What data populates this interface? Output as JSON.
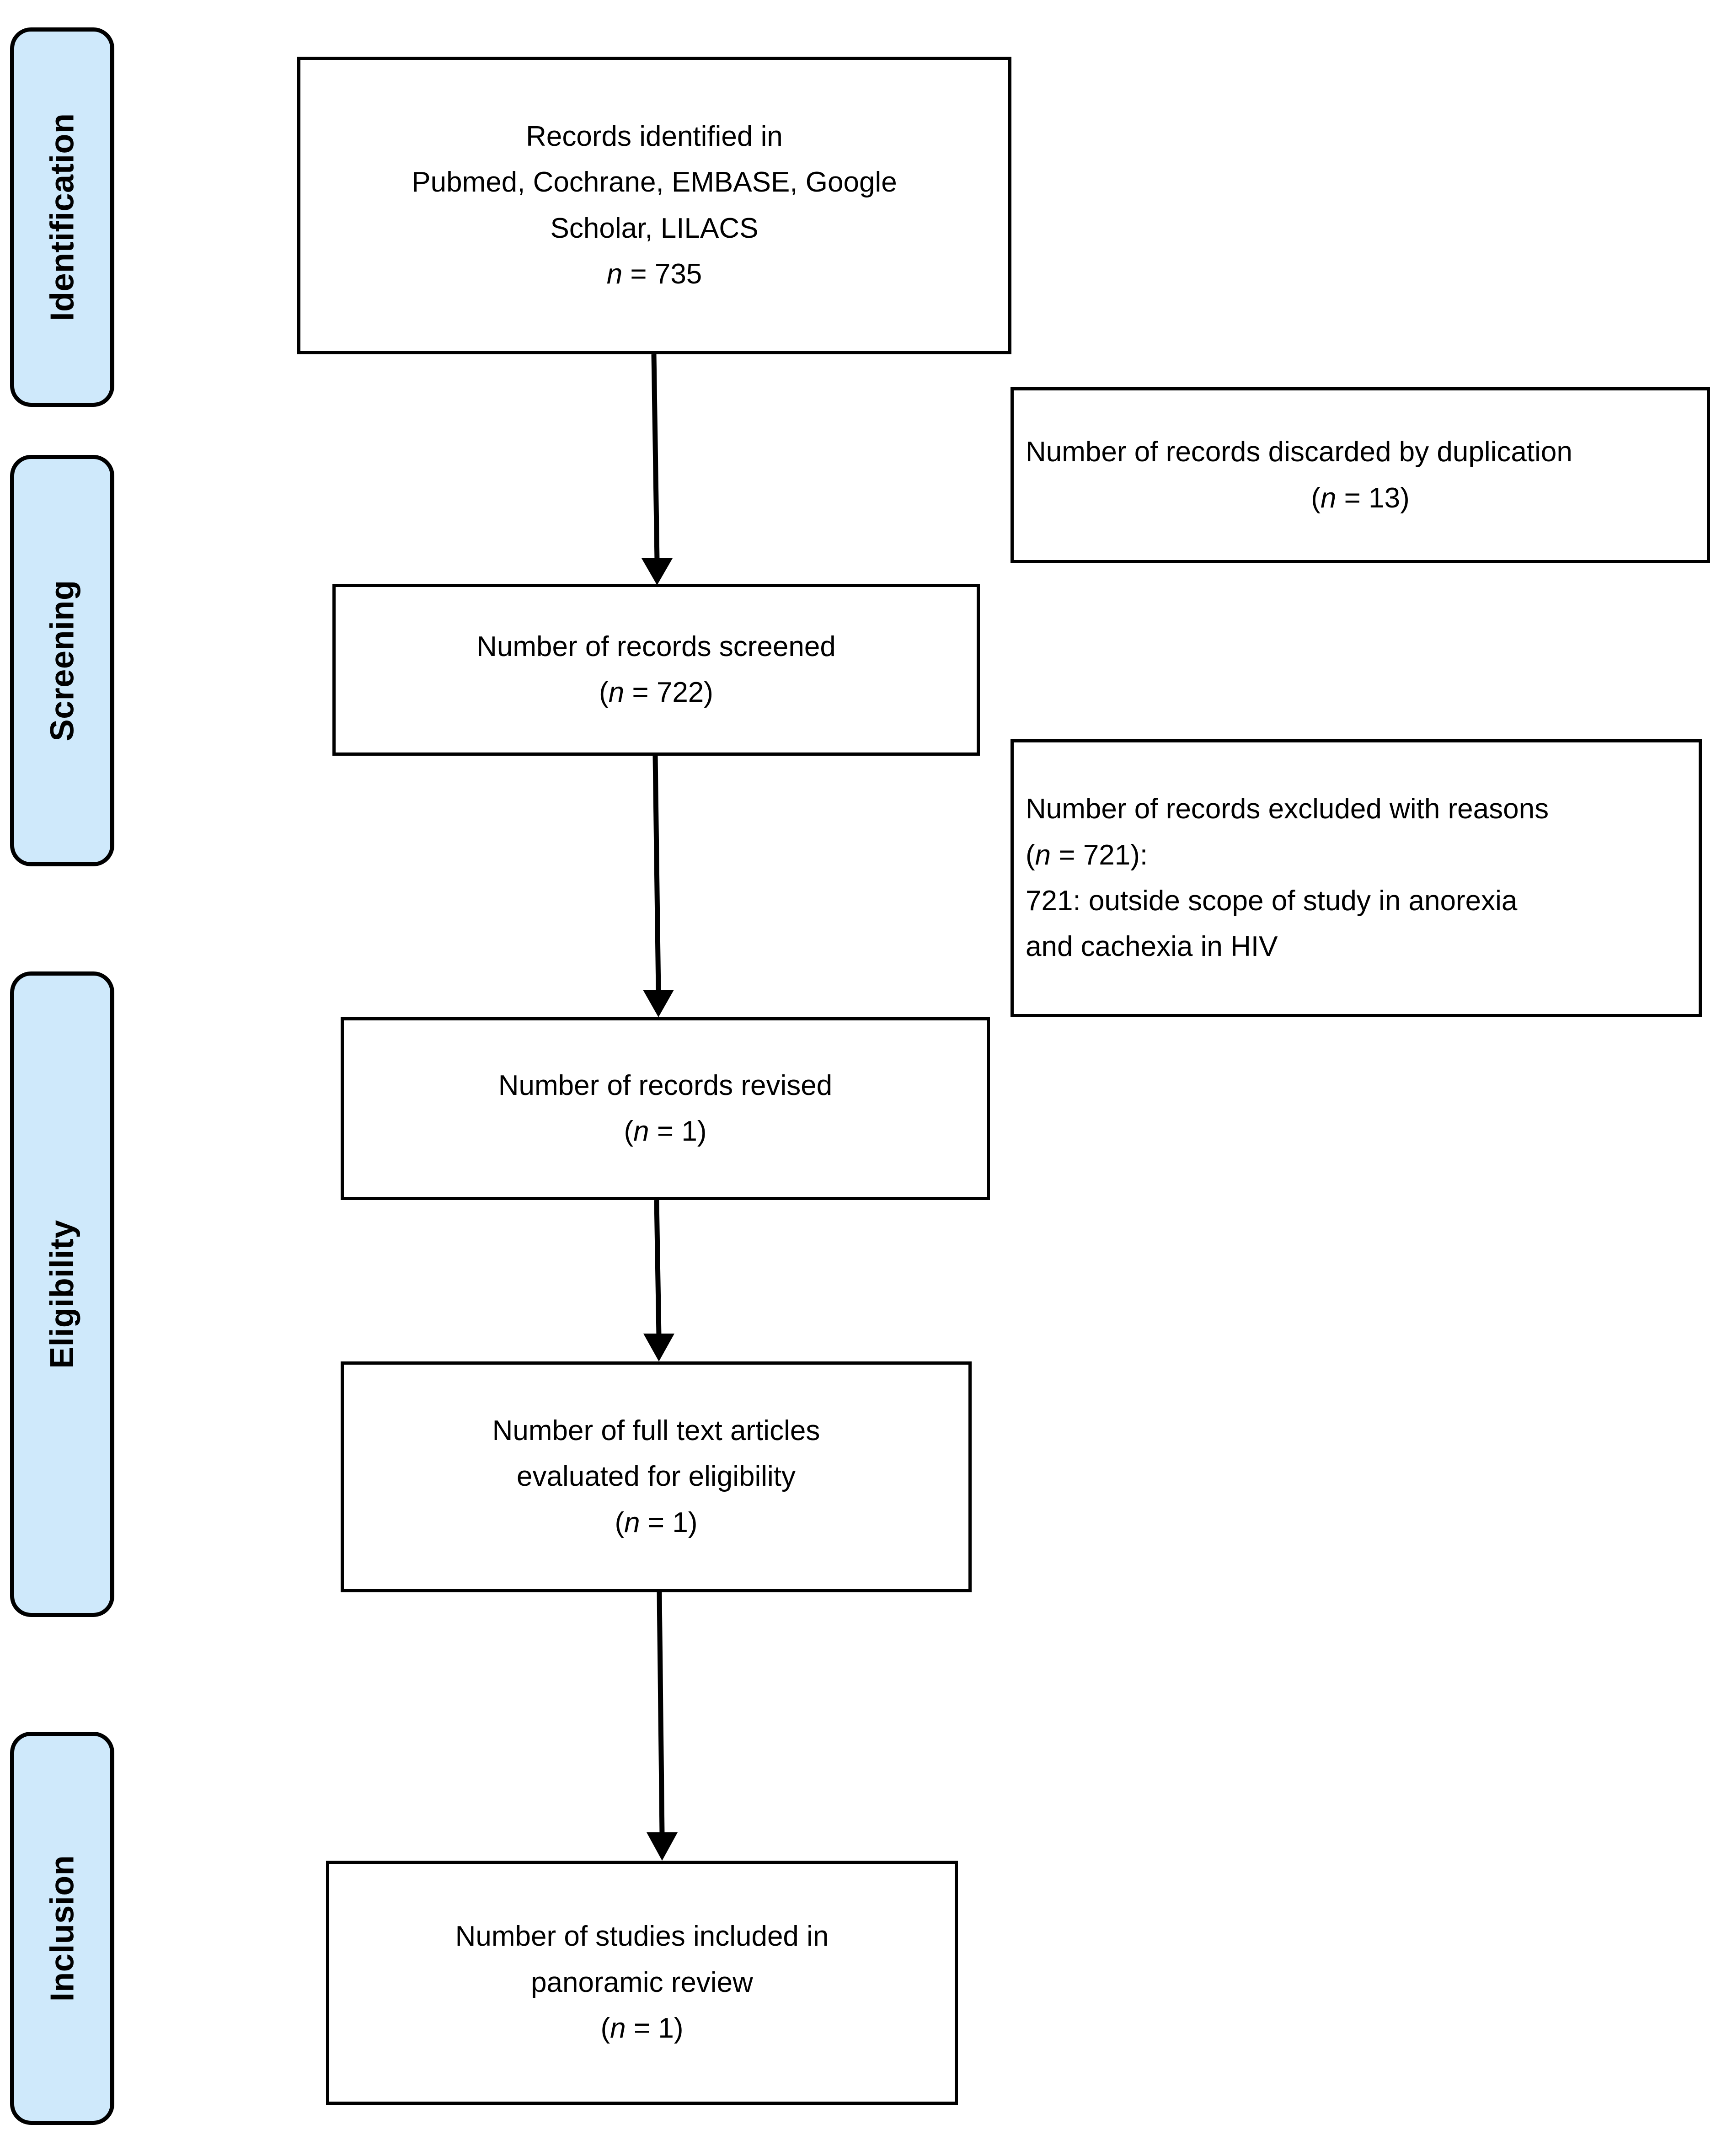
{
  "diagram": {
    "title": "PRISMA flow diagram",
    "accent_color": "#cfe9fb",
    "line_color": "#000000",
    "background_color": "#ffffff"
  },
  "phases": [
    {
      "id": "identification",
      "label": "Identification"
    },
    {
      "id": "screening",
      "label": "Screening"
    },
    {
      "id": "eligibility",
      "label": "Eligibility"
    },
    {
      "id": "inclusion",
      "label": "Inclusion"
    }
  ],
  "boxes": {
    "identified": {
      "line1": "Records identified in",
      "line2": "Pubmed, Cochrane, EMBASE, Google",
      "line3": "Scholar, LILACS",
      "count_prefix": "n",
      "count_sep": " = ",
      "count_value": "735"
    },
    "duplicates": {
      "line1": "Number of records discarded by duplication",
      "count_open": "(",
      "count_prefix": "n",
      "count_sep": " = ",
      "count_value": "13",
      "count_close": ")"
    },
    "screened": {
      "line1": "Number of records screened",
      "count_open": "(",
      "count_prefix": "n",
      "count_sep": " = ",
      "count_value": "722",
      "count_close": ")"
    },
    "excluded": {
      "line1": "Number of records excluded with reasons",
      "line2_open": "(",
      "line2_prefix": "n",
      "line2_sep": " = ",
      "line2_value": "721",
      "line2_close": "):",
      "line3": "721: outside scope of study in anorexia",
      "line4": "and cachexia in HIV"
    },
    "revised": {
      "line1": "Number of records revised",
      "count_open": "(",
      "count_prefix": "n",
      "count_sep": " = ",
      "count_value": "1",
      "count_close": ")"
    },
    "fulltext": {
      "line1": "Number of full text articles",
      "line2": "evaluated for eligibility",
      "count_open": "(",
      "count_prefix": "n",
      "count_sep": " = ",
      "count_value": "1",
      "count_close": ")"
    },
    "included": {
      "line1": "Number of studies included in",
      "line2": "panoramic review",
      "count_open": "(",
      "count_prefix": "n",
      "count_sep": " = ",
      "count_value": "1",
      "count_close": ")"
    }
  },
  "chart_data": {
    "type": "diagram",
    "title": "PRISMA flow diagram",
    "stages": [
      {
        "phase": "Identification",
        "node": "Records identified in Pubmed, Cochrane, EMBASE, Google Scholar, LILACS",
        "n": 735
      },
      {
        "phase": "Screening",
        "node": "Number of records discarded by duplication",
        "n": 13,
        "side": true
      },
      {
        "phase": "Screening",
        "node": "Number of records screened",
        "n": 722
      },
      {
        "phase": "Screening",
        "node": "Number of records excluded with reasons",
        "n": 721,
        "side": true,
        "reasons": [
          {
            "count": 721,
            "reason": "outside scope of study in anorexia and cachexia in HIV"
          }
        ]
      },
      {
        "phase": "Eligibility",
        "node": "Number of records revised",
        "n": 1
      },
      {
        "phase": "Eligibility",
        "node": "Number of full text articles evaluated for eligibility",
        "n": 1
      },
      {
        "phase": "Inclusion",
        "node": "Number of studies included in panoramic review",
        "n": 1
      }
    ]
  }
}
